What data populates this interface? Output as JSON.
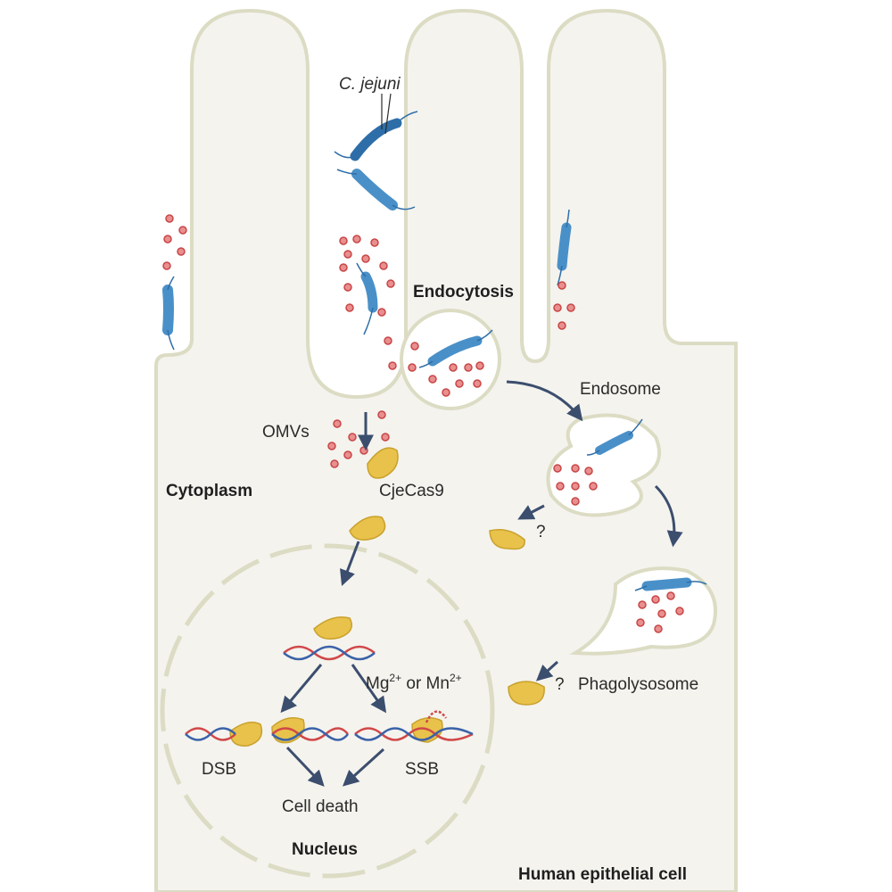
{
  "labels": {
    "c_jejuni": "C. jejuni",
    "endocytosis": "Endocytosis",
    "endosome": "Endosome",
    "omvs": "OMVs",
    "cytoplasm": "Cytoplasm",
    "cjecas9": "CjeCas9",
    "mg_prefix": "Mg",
    "mn_prefix": " or Mn",
    "ion_charge": "2+",
    "dsb": "DSB",
    "ssb": "SSB",
    "cell_death": "Cell death",
    "nucleus": "Nucleus",
    "phagolysosome": "Phagolysosome",
    "human_epithelial_cell": "Human epithelial cell",
    "question_mark": "?"
  },
  "colors": {
    "cell_fill": "#f4f3ee",
    "membrane": "#dcdcc4",
    "bacterium": "#4a90c8",
    "bacterium_dark": "#2e6ea8",
    "omv": "#e98f8f",
    "omv_core": "#c84646",
    "cas9": "#e8c24a",
    "cas9_edge": "#c9a12c",
    "arrow": "#3c4e6e",
    "dna_red": "#d04848",
    "dna_blue": "#3a62a8"
  },
  "icons": [
    "bacterium-icon",
    "omv-vesicle-icon",
    "cas9-protein-icon",
    "dna-helix-icon",
    "arrow-icon"
  ]
}
